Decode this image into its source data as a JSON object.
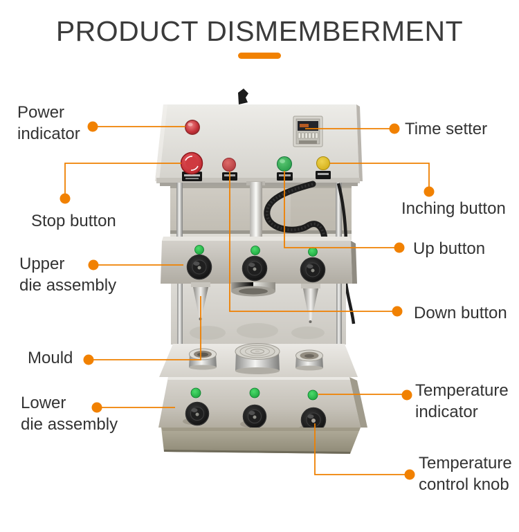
{
  "title": "PRODUCT DISMEMBERMENT",
  "accent": {
    "bar_color": "#f18101",
    "line_color": "#ef8000",
    "dot_color": "#f18101"
  },
  "text_color": "#333333",
  "labels": {
    "power_indicator": {
      "side": "left",
      "lines": [
        "Power",
        "indicator"
      ]
    },
    "stop_button": {
      "side": "left",
      "lines": [
        "Stop button"
      ]
    },
    "upper_die_assembly": {
      "side": "left",
      "lines": [
        "Upper",
        "die assembly"
      ]
    },
    "mould": {
      "side": "left",
      "lines": [
        "Mould"
      ]
    },
    "lower_die_assembly": {
      "side": "left",
      "lines": [
        "Lower",
        "die assembly"
      ]
    },
    "time_setter": {
      "side": "right",
      "lines": [
        "Time setter"
      ]
    },
    "inching_button": {
      "side": "right",
      "lines": [
        "Inching button"
      ]
    },
    "up_button": {
      "side": "right",
      "lines": [
        "Up button"
      ]
    },
    "down_button": {
      "side": "right",
      "lines": [
        "Down button"
      ]
    },
    "temperature_indicator": {
      "side": "right",
      "lines": [
        "Temperature",
        "indicator"
      ]
    },
    "temperature_control_knob": {
      "side": "right",
      "lines": [
        "Temperature",
        "control knob"
      ]
    }
  },
  "machine": {
    "part_colors": {
      "power_indicator_light": "#c23038",
      "emergency_stop_button": "#bc2128",
      "down_button": "#b23438",
      "up_button": "#219a43",
      "inching_button": "#d0ab10",
      "indicator_led": "#1fae43",
      "steel_body": "#cfccc5"
    }
  }
}
